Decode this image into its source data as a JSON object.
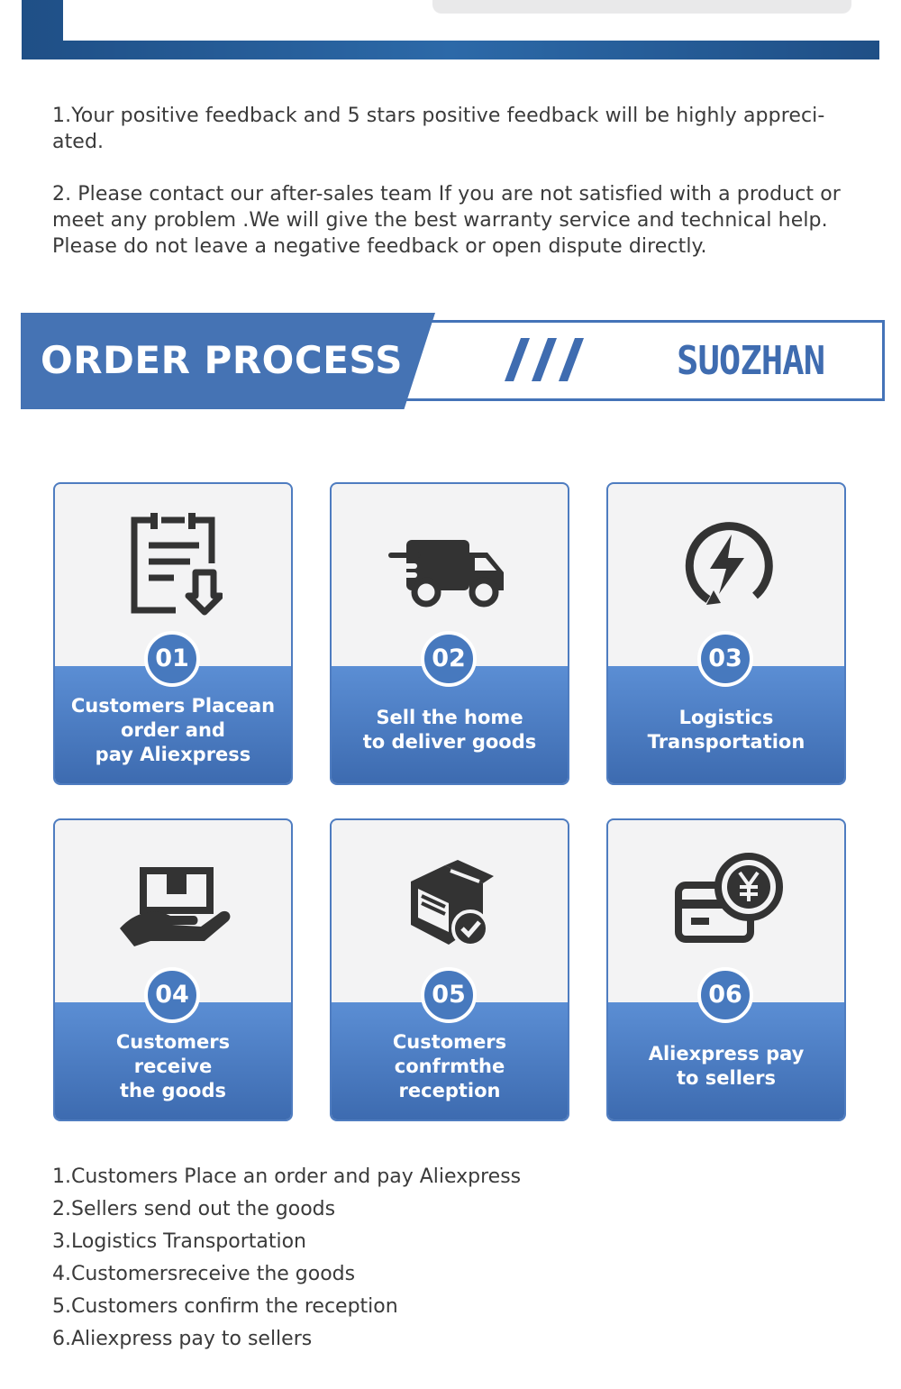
{
  "notes": [
    "1.Your positive feedback and 5 stars positive feedback will be highly appreci-ated.",
    "2. Please contact our after-sales team If you are not satisfied with a product or meet any problem .We will give the best warranty service and technical help. Please do not leave a negative feedback or open dispute directly."
  ],
  "header": {
    "title": "ORDER PROCESS",
    "brand": "SUOZHAN",
    "slashes": "///"
  },
  "cards": [
    {
      "num": "01",
      "label": "Customers Placean\norder and\npay Aliexpress",
      "icon": "clipboard-download-icon"
    },
    {
      "num": "02",
      "label": "Sell the home\nto deliver goods",
      "icon": "delivery-truck-icon"
    },
    {
      "num": "03",
      "label": "Logistics\nTransportation",
      "icon": "lightning-circle-icon"
    },
    {
      "num": "04",
      "label": "Customers\nreceive\nthe goods",
      "icon": "hand-package-icon"
    },
    {
      "num": "05",
      "label": "Customers confrmthe\nreception",
      "icon": "box-check-icon"
    },
    {
      "num": "06",
      "label": "Aliexpress pay\nto sellers",
      "icon": "card-yen-icon"
    }
  ],
  "steps": [
    "1.Customers Place an order and pay Aliexpress",
    "2.Sellers send out the goods",
    "3.Logistics Transportation",
    "4.Customersreceive the goods",
    "5.Customers confirm the reception",
    "6.Aliexpress pay to sellers"
  ],
  "colors": {
    "accent": "#4573b4",
    "icon": "#333333",
    "card_bg": "#f3f3f4"
  }
}
